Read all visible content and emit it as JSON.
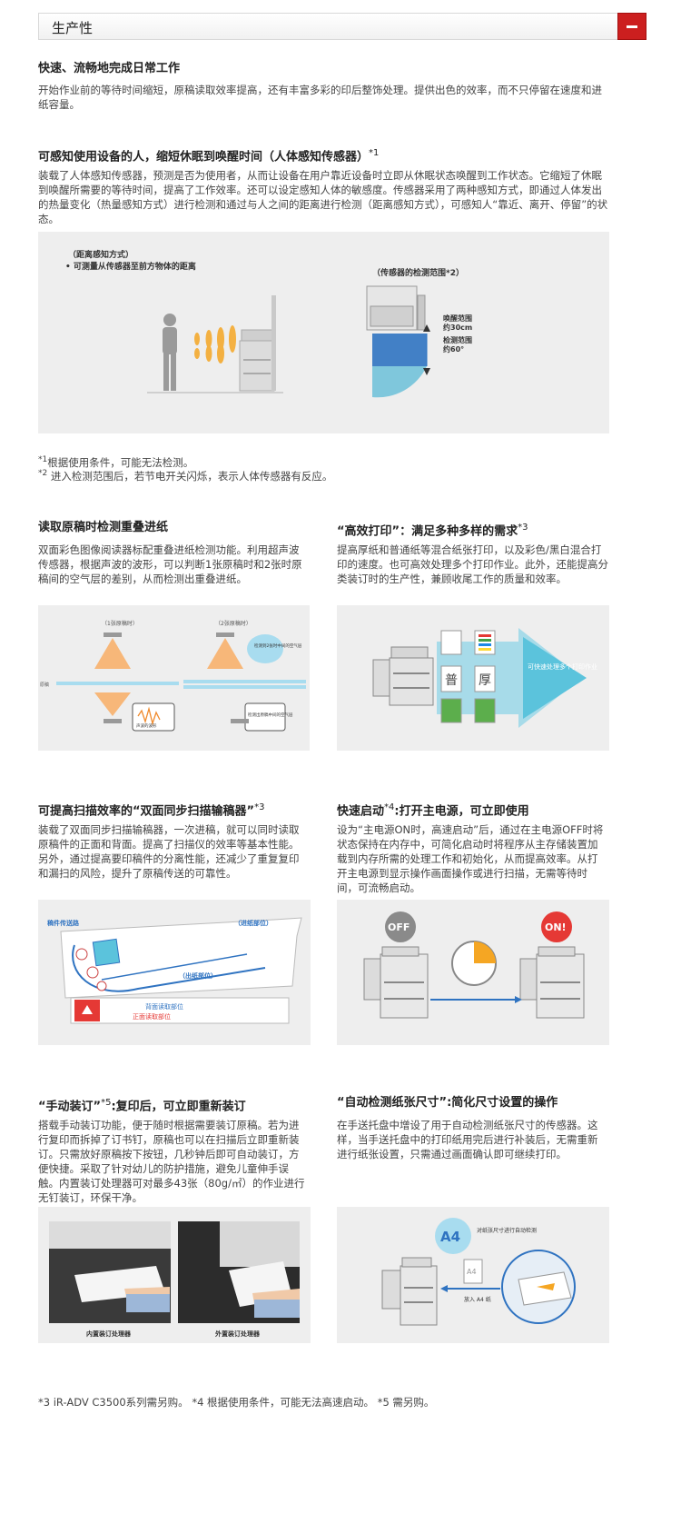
{
  "section": {
    "title": "生产性"
  },
  "block1": {
    "heading": "快速、流畅地完成日常工作",
    "text": "开始作业前的等待时间缩短，原稿读取效率提高，还有丰富多彩的印后整饰处理。提供出色的效率，而不只停留在速度和进纸容量。"
  },
  "block2": {
    "heading": "可感知使用设备的人，缩短休眠到唤醒时间（人体感知传感器）",
    "heading_sup": "*1",
    "text": "装载了人体感知传感器，预测是否为使用者，从而让设备在用户靠近设备时立即从休眠状态唤醒到工作状态。它缩短了休眠到唤醒所需要的等待时间，提高了工作效率。还可以设定感知人体的敏感度。传感器采用了两种感知方式，即通过人体发出的热量变化（热量感知方式）进行检测和通过与人之间的距离进行检测（距离感知方式），可感知人“靠近、离开、停留”的状态。",
    "fig": {
      "label1": "（距离感知方式）",
      "label2": "• 可测量从传感器至前方物体的距离",
      "label3": "（传感器的检测范围*2）",
      "range1": "唤醒范围",
      "range1b": "约30cm",
      "range2": "检测范围",
      "range2b": "约60°"
    },
    "note1_sup": "*1",
    "note1": "根据使用条件，可能无法检测。",
    "note2_sup": "*2",
    "note2": "进入检测范围后，若节电开关闪烁，表示人体传感器有反应。"
  },
  "block3": {
    "heading": "读取原稿时检测重叠进纸",
    "text": "双面彩色图像阅读器标配重叠进纸检测功能。利用超声波传感器，根据声波的波形，可以判断1张原稿时和2张时原稿间的空气层的差别，从而检测出重叠进纸。",
    "fig": {
      "l1": "（1张原稿时）",
      "l2": "（2张原稿时）",
      "bubble": "检测到2张时中间的空气层",
      "paper": "原稿",
      "wave": "声波的波形",
      "wave2": "检测出原稿中间的空气层"
    }
  },
  "block4": {
    "heading": "“高效打印”：满足多种多样的需求",
    "heading_sup": "*3",
    "text": "提高厚纸和普通纸等混合纸张打印，以及彩色/黑白混合打印的速度。也可高效处理多个打印作业。此外，还能提高分类装订时的生产性，兼顾收尾工作的质量和效率。",
    "fig": {
      "arrow_text": "可快速处理多个打印作业",
      "plain": "普",
      "thick": "厚"
    }
  },
  "block5": {
    "heading": "可提高扫描效率的“双面同步扫描输稿器”",
    "heading_sup": "*3",
    "text": "装载了双面同步扫描输稿器，一次进稿，就可以同时读取原稿件的正面和背面。提高了扫描仪的效率等基本性能。另外，通过提高要印稿件的分离性能，还减少了重复复印和漏扫的风险，提升了原稿传送的可靠性。",
    "fig": {
      "path": "稿件传送路",
      "feed": "（进纸部位）",
      "out": "（出纸部位）",
      "back": "背面读取部位",
      "front": "正面读取部位"
    }
  },
  "block6": {
    "heading_pre": "快速启动",
    "heading_sup": "*4",
    "heading_post": ":打开主电源，可立即使用",
    "text": "设为“主电源ON时，高速启动”后，通过在主电源OFF时将状态保持在内存中，可简化启动时将程序从主存储装置加载到内存所需的处理工作和初始化，从而提高效率。从打开主电源到显示操作画面操作或进行扫描，无需等待时间，可流畅启动。",
    "fig": {
      "off": "OFF",
      "on": "ON!"
    }
  },
  "block7": {
    "heading_pre": "“手动装订”",
    "heading_sup": "*5",
    "heading_post": ":复印后，可立即重新装订",
    "text": "搭载手动装订功能，便于随时根据需要装订原稿。若为进行复印而拆掉了订书钉，原稿也可以在扫描后立即重新装订。只需放好原稿按下按钮，几秒钟后即可自动装订，方便快捷。采取了针对幼儿的防护措施，避免儿童伸手误触。内置装订处理器可对最多43张（80g/㎡）的作业进行无钉装订，环保干净。",
    "fig": {
      "cap1": "内置装订处理器",
      "cap2": "外置装订处理器"
    }
  },
  "block8": {
    "heading": "“自动检测纸张尺寸”:简化尺寸设置的操作",
    "text": "在手送托盘中增设了用于自动检测纸张尺寸的传感器。这样，当手送托盘中的打印纸用完后进行补装后，无需重新进行纸张设置，只需通过画面确认即可继续打印。",
    "fig": {
      "a4": "A4",
      "a4small": "A4",
      "label": "对纸张尺寸进行自动检测",
      "put": "放入 A4 纸"
    }
  },
  "footer": {
    "text": "*3 iR-ADV C3500系列需另购。 *4 根据使用条件，可能无法高速启动。 *5 需另购。"
  }
}
